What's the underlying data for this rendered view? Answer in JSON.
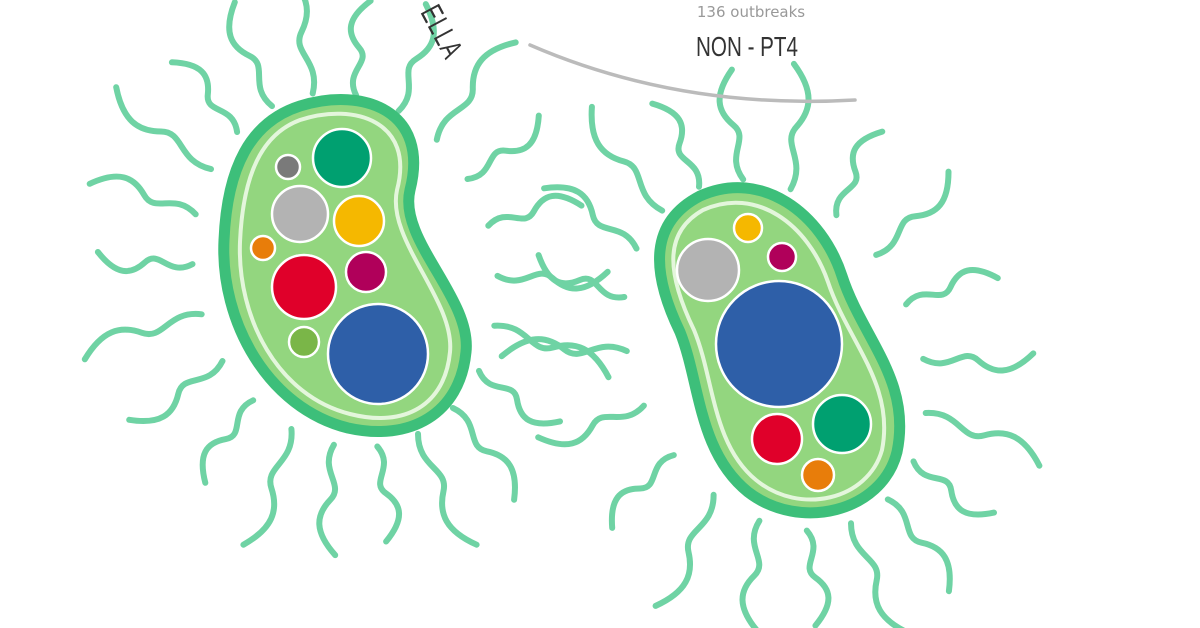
{
  "labels": {
    "title_fragment": "ELLA",
    "outbreaks": "136 outbreaks",
    "category": "NON - PT4"
  },
  "colors": {
    "flagella": "#6fd3a4",
    "membrane": "#3dbf7a",
    "cytoplasm": "#93d67f",
    "arc": "#bbbbbb"
  },
  "bacteria": [
    {
      "name": "left-bacterium",
      "circles": [
        {
          "label": "dark-gray",
          "color": "#7a7a7a"
        },
        {
          "label": "green",
          "color": "#00a070"
        },
        {
          "label": "light-gray",
          "color": "#b3b3b3"
        },
        {
          "label": "yellow",
          "color": "#f5b800"
        },
        {
          "label": "orange",
          "color": "#e87d0a"
        },
        {
          "label": "red",
          "color": "#e0002a"
        },
        {
          "label": "magenta",
          "color": "#b0005a"
        },
        {
          "label": "olive",
          "color": "#7ab648"
        },
        {
          "label": "blue",
          "color": "#2e5fa8"
        }
      ]
    },
    {
      "name": "right-bacterium",
      "circles": [
        {
          "label": "yellow",
          "color": "#f5b800"
        },
        {
          "label": "magenta",
          "color": "#b0005a"
        },
        {
          "label": "light-gray",
          "color": "#b3b3b3"
        },
        {
          "label": "blue",
          "color": "#2e5fa8"
        },
        {
          "label": "green",
          "color": "#00a070"
        },
        {
          "label": "red",
          "color": "#e0002a"
        },
        {
          "label": "orange",
          "color": "#e87d0a"
        }
      ]
    }
  ]
}
